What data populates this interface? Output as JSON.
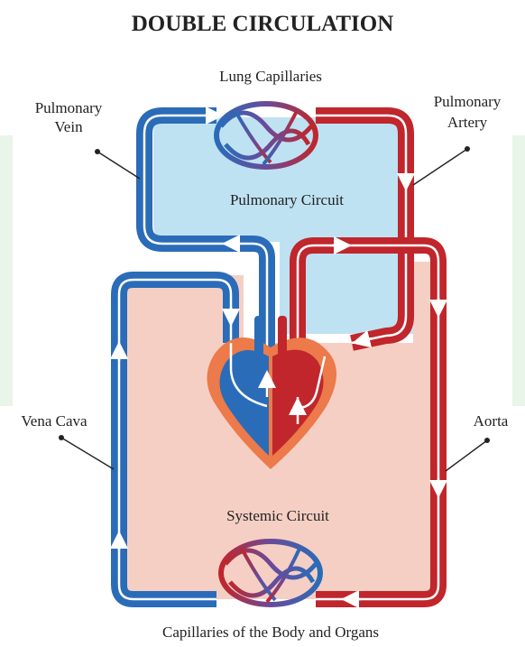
{
  "title": "DOUBLE CIRCULATION",
  "labels": {
    "lung_capillaries": "Lung Capillaries",
    "pulmonary_vein_line1": "Pulmonary",
    "pulmonary_vein_line2": "Vein",
    "pulmonary_artery_line1": "Pulmonary",
    "pulmonary_artery_line2": "Artery",
    "pulmonary_circuit": "Pulmonary Circuit",
    "vena_cava": "Vena Cava",
    "aorta": "Aorta",
    "systemic_circuit": "Systemic Circuit",
    "body_capillaries": "Capillaries of the Body and Organs"
  },
  "colors": {
    "oxygenated": "#c0262c",
    "deoxygenated": "#2a6cb8",
    "pulmonary_fill": "#bfe2f2",
    "systemic_fill": "#f6cfc4",
    "heart_outer": "#ec7a4a",
    "arrow": "#ffffff",
    "side_tint": "#d9efd9"
  },
  "icons": {
    "lung_capillaries": "capillary-network-icon",
    "body_capillaries": "capillary-network-icon",
    "heart": "heart-icon"
  }
}
